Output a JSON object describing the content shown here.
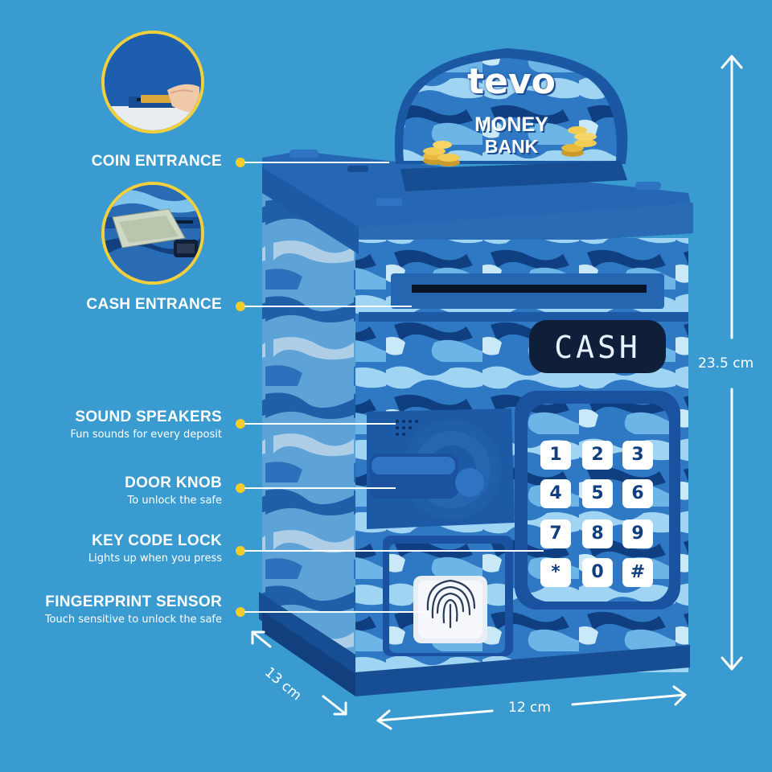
{
  "features": [
    {
      "id": "coin-entrance",
      "title": "COIN ENTRANCE",
      "subtitle": ""
    },
    {
      "id": "cash-entrance",
      "title": "CASH ENTRANCE",
      "subtitle": ""
    },
    {
      "id": "sound-speakers",
      "title": "SOUND SPEAKERS",
      "subtitle": "Fun sounds for every deposit"
    },
    {
      "id": "door-knob",
      "title": "DOOR KNOB",
      "subtitle": "To unlock the safe"
    },
    {
      "id": "key-code-lock",
      "title": "KEY CODE LOCK",
      "subtitle": "Lights up when you press"
    },
    {
      "id": "fingerprint-sensor",
      "title": "FINGERPRINT SENSOR",
      "subtitle": "Touch sensitive to unlock the safe"
    }
  ],
  "dimensions": {
    "height": "23.5 cm",
    "width": "12 cm",
    "depth": "13 cm"
  },
  "product": {
    "brand": "tevo",
    "name_line1": "MONEY",
    "name_line2": "BANK",
    "display_text": "CASH"
  },
  "keypad": [
    "1",
    "2",
    "3",
    "4",
    "5",
    "6",
    "7",
    "8",
    "9",
    "*",
    "0",
    "#"
  ],
  "colors": {
    "background": "#3a9bd0",
    "body_blue": "#1f5faa",
    "dark_blue": "#123f7e",
    "accent_yellow": "#f5cd2a",
    "key_white": "#ffffff"
  }
}
